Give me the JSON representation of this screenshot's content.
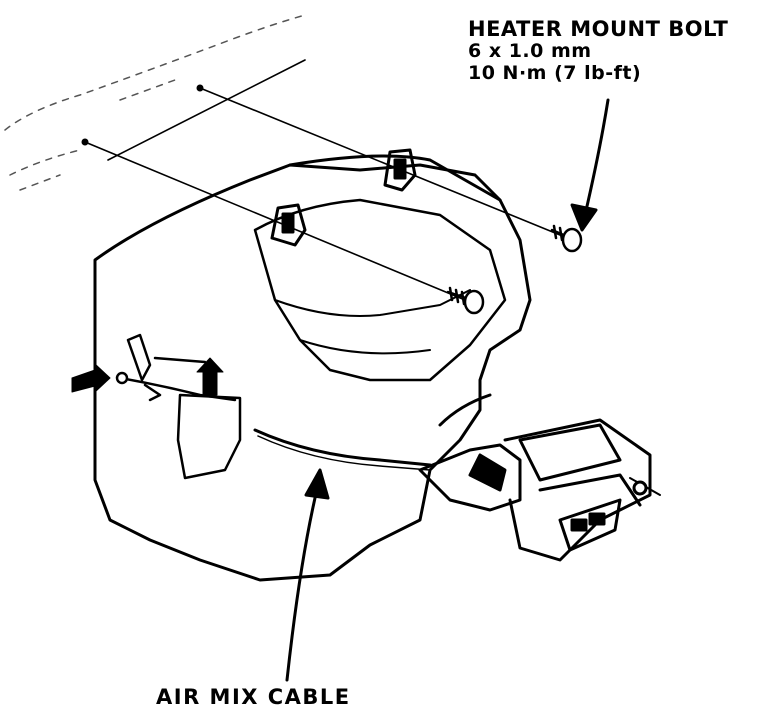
{
  "labels": {
    "heater_mount_bolt": {
      "title": "HEATER MOUNT BOLT",
      "size": "6 x 1.0 mm",
      "torque": "10 N·m (7 lb-ft)"
    },
    "air_mix_cable": "AIR MIX CABLE"
  },
  "colors": {
    "ink": "#000000",
    "paper": "#ffffff"
  }
}
